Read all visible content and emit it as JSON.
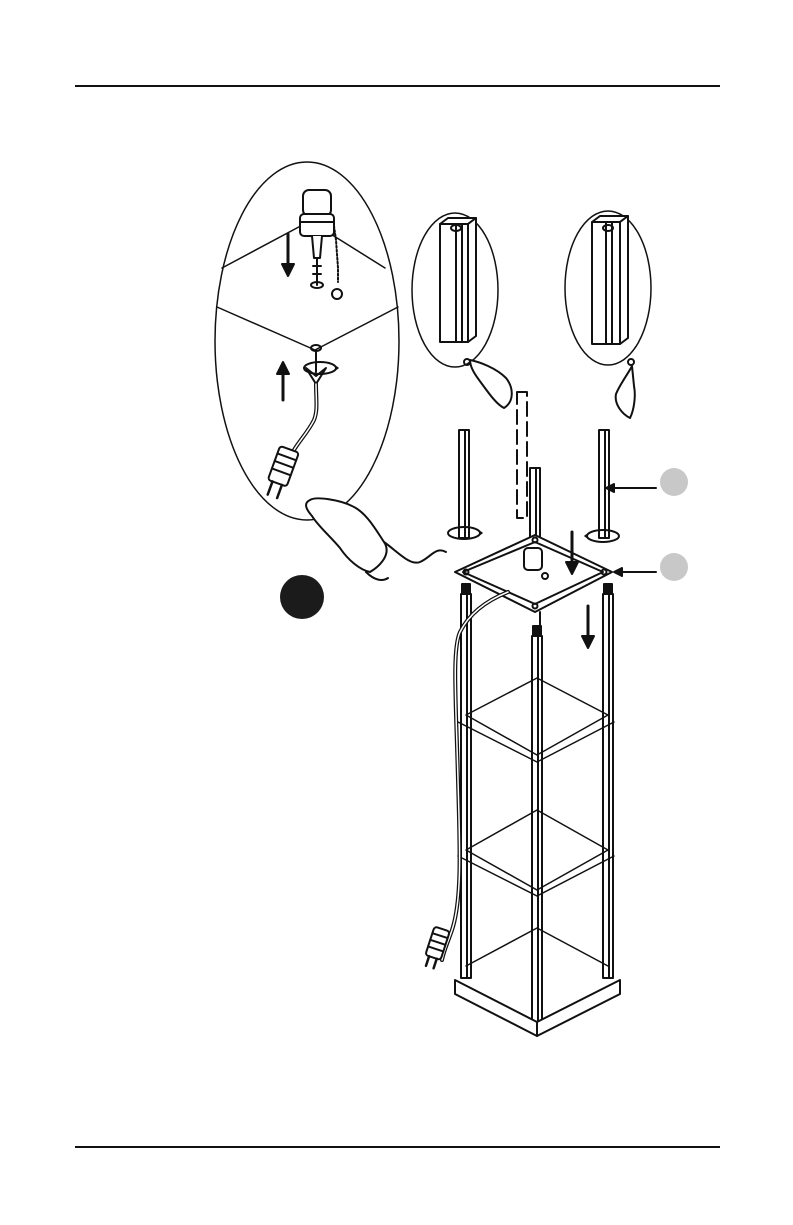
{
  "page": {
    "kind": "assembly-instruction-illustration",
    "step_badge_color": "#1b1b1b",
    "part_badge_color": "#c8c8c8",
    "line_color": "#111111"
  },
  "icons": [
    "step-badge",
    "part-callout-badge",
    "hand-pointer-icon",
    "rotate-arrow-icon",
    "down-arrow-icon",
    "up-arrow-icon",
    "plug-icon",
    "socket-icon"
  ]
}
